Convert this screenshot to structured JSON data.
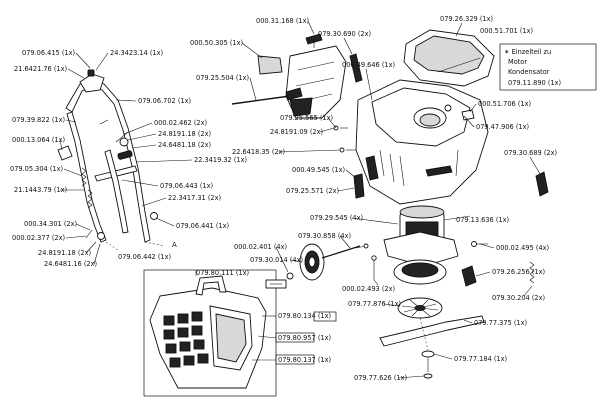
{
  "labels": {
    "a": "079.06.415 (1x)",
    "b": "24.3423.14 (1x)",
    "c": "21.6421.76 (1x)",
    "d": "079.06.702 (1x)",
    "e": "079.39.822 (1x)",
    "f": "000.02.462 (2x)",
    "g": "24.8191.18 (2x)",
    "h": "24.6481.18 (2x)",
    "i": "000.13.064 (1x)",
    "j": "22.3419.32 (1x)",
    "k": "079.05.304 (1x)",
    "l": "079.06.443 (1x)",
    "m": "21.1443.79 (1x)",
    "n": "22.3417.31 (2x)",
    "o": "000.34.301 (2x)",
    "p": "000.02.377 (2x)",
    "q": "24.8191.18 (2x)",
    "r": "24.6481.16 (2x)",
    "s": "079.06.441 (1x)",
    "t": "079.06.442 (1x)",
    "u": "000.31.168 (1x)",
    "v": "000.50.305 (1x)",
    "w": "079.30.690 (2x)",
    "x": "079.25.504 (1x)",
    "y": "000.49.646 (1x)",
    "z": "079.25.565 (1x)",
    "aa": "24.8191.09 (2x)",
    "ab": "22.6418.35 (2x)",
    "ac": "000.49.545 (1x)",
    "ad": "079.25.571 (2x)",
    "ae": "079.26.329 (1x)",
    "af": "000.51.701 (1x)",
    "ag": "000.51.706 (1x)",
    "ah": "079.47.906 (1x)",
    "ai": "079.30.689 (2x)",
    "aj": "079.29.545 (4x)",
    "ak": "079.13.636 (1x)",
    "al": "079.30.858 (4x)",
    "am": "000.02.401 (4x)",
    "an": "079.30.014 (4x)",
    "ao": "000.02.495 (4x)",
    "ap": "079.26.256 (1x)",
    "aq": "000.02.493 (2x)",
    "ar": "079.30.204 (2x)",
    "as": "079.77.876 (1x)",
    "at": "079.77.375 (1x)",
    "au": "079.77.184 (1x)",
    "av": "079.77.626 (1x)",
    "aw": "079.80.111 (1x)",
    "ax": "079.80.134 (1x)",
    "ay": "079.80.957 (1x)",
    "az": "079.80.137 (1x)"
  },
  "note": {
    "line1": "✶ Einzelteil zu",
    "line2": "Motor",
    "line3": "Kondensator",
    "line4": "079.11.890 (1x)"
  },
  "letters": {
    "a": "A"
  }
}
